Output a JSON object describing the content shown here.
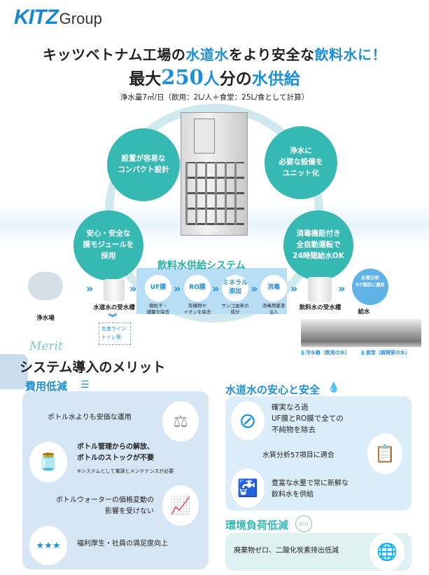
{
  "logo": {
    "brand": "KITZ",
    "suffix": "Group"
  },
  "headline": {
    "line1_a": "キッツベトナム工場の",
    "line1_b": "水道水",
    "line1_c": "をより安全な",
    "line1_d": "飲料水",
    "line1_e": "に！",
    "line2_a": "最大",
    "line2_num": "250",
    "line2_b": "人",
    "line2_c": "分の",
    "line2_d": "水供給",
    "subtitle": "浄水量7㎥/日（飲用：2L/人＋食堂：25L/食として計算）"
  },
  "features": [
    "設置が容易な\nコンパクト設計",
    "浄水に\n必要な設備を\nユニット化",
    "安心・安全な\n膜モジュールを\n採用",
    "消毒機能付き\n全自動運転で\n24時間給水OK"
  ],
  "system": {
    "title": "飲料水供給システム",
    "steps": [
      {
        "name": "UF膜",
        "desc": "微粒子・\n細菌を除去"
      },
      {
        "name": "RO膜",
        "desc": "有機物や\nイオンを除去"
      },
      {
        "name": "ミネラル\n添加",
        "desc": "サンゴ由来の\n成分"
      },
      {
        "name": "消毒",
        "desc": "消毒用薬液\n注入"
      }
    ],
    "plant": "浄水場",
    "tap_tank": "水道水の受水槽",
    "drink_tank": "飲料水の受水槽",
    "supply": "給水",
    "quality_badge": "水質分析\n57項目に適合",
    "side_uses": [
      "生産ライン",
      "トイレ等"
    ],
    "outputs": [
      "冷水器（飲用の水）",
      "食堂（調理室の水）"
    ]
  },
  "merit": {
    "script": "Merit",
    "title": "システム導入のメリット",
    "cost": {
      "heading": "費用低減",
      "items": [
        "ボトル水よりも安価な運用",
        "ボトル管理からの解放、\nボトルのストックが不要",
        "ボトルウォーターの価格変動の\n影響を受けない",
        "福利厚生・社員の満足度向上"
      ],
      "note": "※システムとして電源とメンテナンスが必要"
    },
    "safety": {
      "heading": "水道水の安心と安全",
      "items": [
        "確実なろ過\nUF膜とRO膜で全ての\n不純物を除去",
        "水質分析57項目に適合",
        "豊富な水量で常に新鮮な\n飲料水を供給"
      ]
    },
    "eco": {
      "heading": "環境負荷低減",
      "badge": "ECO",
      "items": [
        "廃棄物ゼロ、二酸化炭素排出低減"
      ]
    }
  },
  "colors": {
    "blue": "#1e8fd6",
    "teal": "#36b8b3"
  }
}
